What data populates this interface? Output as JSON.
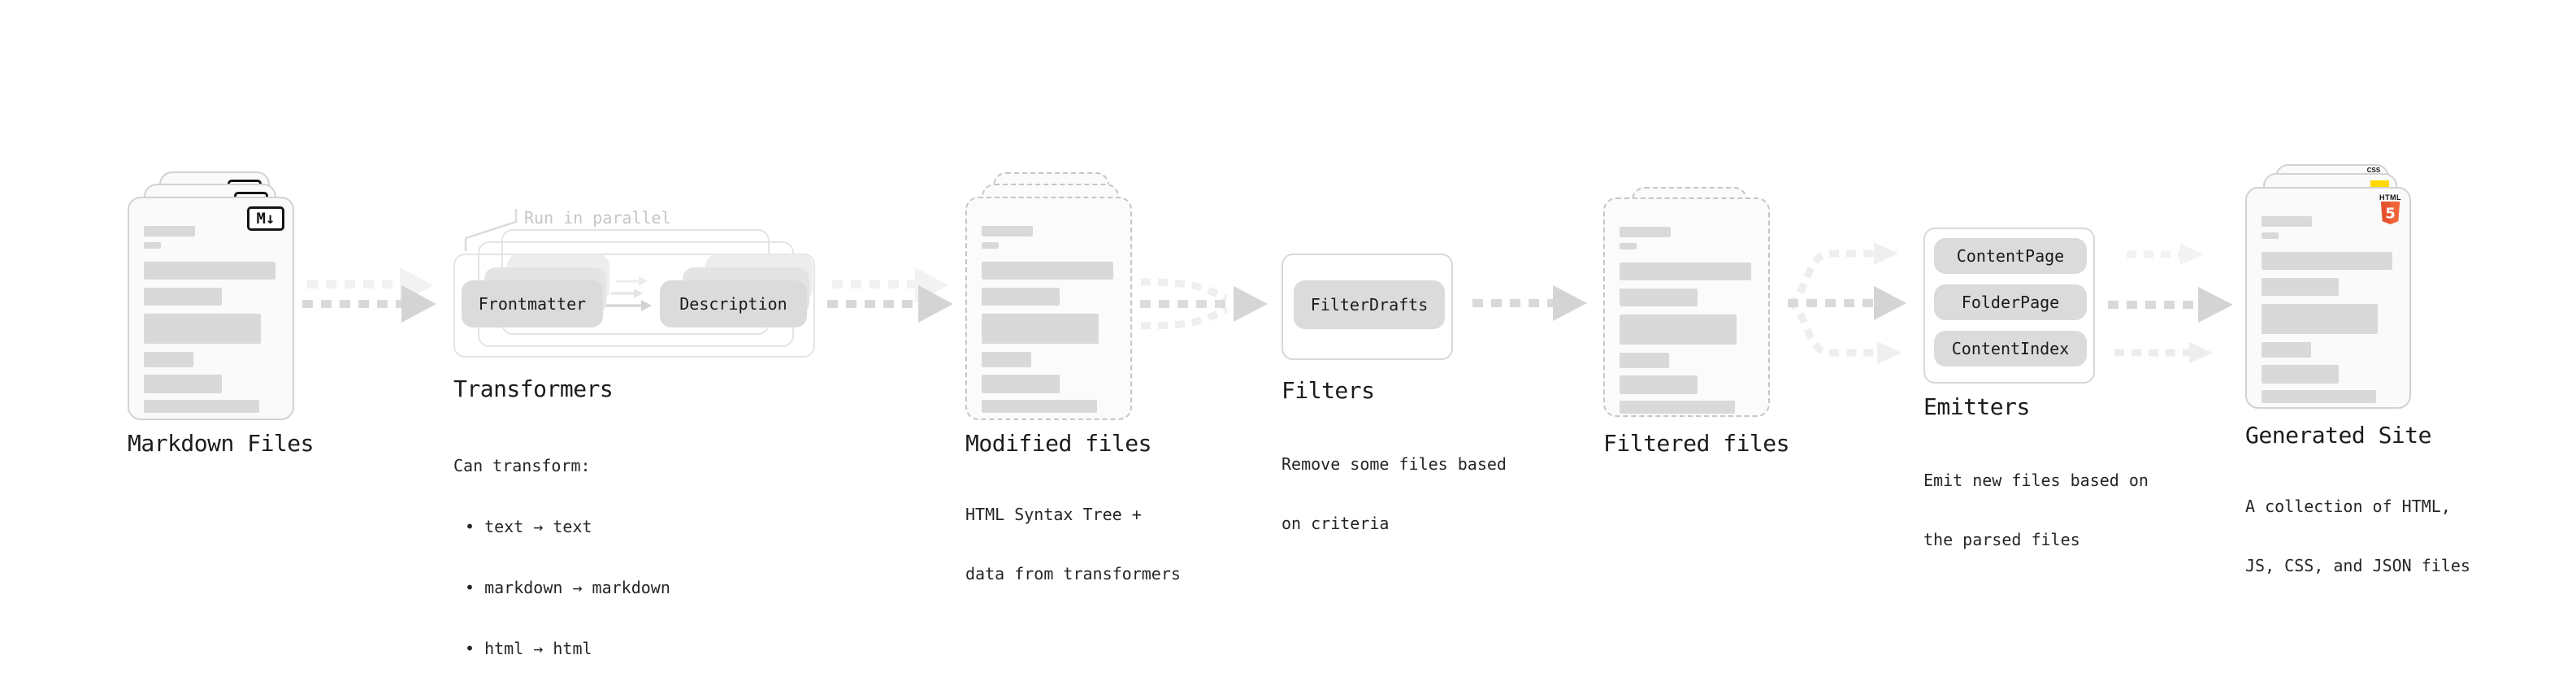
{
  "diagram": {
    "markdown_files": {
      "label": "Markdown Files",
      "badge": "M↓"
    },
    "transformers": {
      "note": "Run in parallel",
      "step_left": "Frontmatter",
      "step_right": "Description",
      "title": "Transformers",
      "desc_heading": "Can transform:",
      "bullets": [
        "• text → text",
        "• markdown → markdown",
        "• html → html"
      ]
    },
    "modified_files": {
      "title": "Modified files",
      "desc1": "HTML Syntax Tree +",
      "desc2": "data from transformers"
    },
    "filters": {
      "step": "FilterDrafts",
      "title": "Filters",
      "desc1": "Remove some files based",
      "desc2": "on criteria"
    },
    "filtered_files": {
      "title": "Filtered files"
    },
    "emitters": {
      "steps": [
        "ContentPage",
        "FolderPage",
        "ContentIndex"
      ],
      "title": "Emitters",
      "desc1": "Emit new files based on",
      "desc2": "the parsed files"
    },
    "generated_site": {
      "title": "Generated Site",
      "desc1": "A collection of HTML,",
      "desc2": "JS, CSS, and JSON files",
      "css_badge": "CSS",
      "html_badge_label": "HTML",
      "html_badge_number": "5"
    }
  },
  "colors": {
    "html5_orange": "#e5532e",
    "js_yellow": "#ffd900",
    "css_blue": "#2b66e0",
    "arrow_gray": "#d6d6d6",
    "arrow_light": "#efefef"
  }
}
